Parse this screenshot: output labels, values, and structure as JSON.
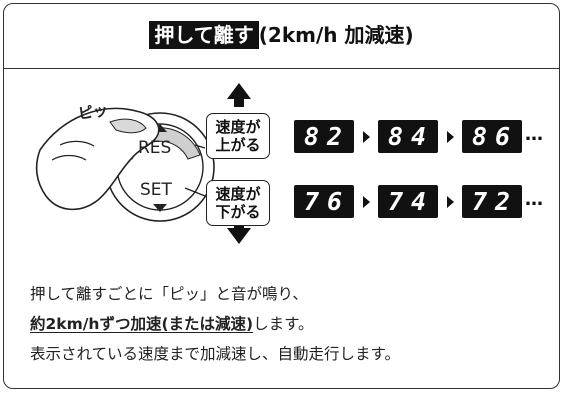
{
  "header": {
    "highlight": "押して離す",
    "rest": "(2km/h 加減速)"
  },
  "illustration": {
    "sound": "ピッ",
    "res_label": "RES",
    "set_label": "SET"
  },
  "up_callout": {
    "line1": "速度が",
    "line2": "上がる"
  },
  "down_callout": {
    "line1": "速度が",
    "line2": "下がる"
  },
  "up_speeds": [
    "82",
    "84",
    "86"
  ],
  "down_speeds": [
    "76",
    "74",
    "72"
  ],
  "ellipsis": "…",
  "description": {
    "line1": "押して離すごとに「ピッ」と音が鳴り、",
    "line2_bold": "約2km/hずつ加速(または減速)",
    "line2_rest": "します。",
    "line3": "表示されている速度まで加減速し、自動走行します。"
  },
  "colors": {
    "display_bg": "#111111",
    "display_text": "#ffffff",
    "border": "#333333"
  }
}
